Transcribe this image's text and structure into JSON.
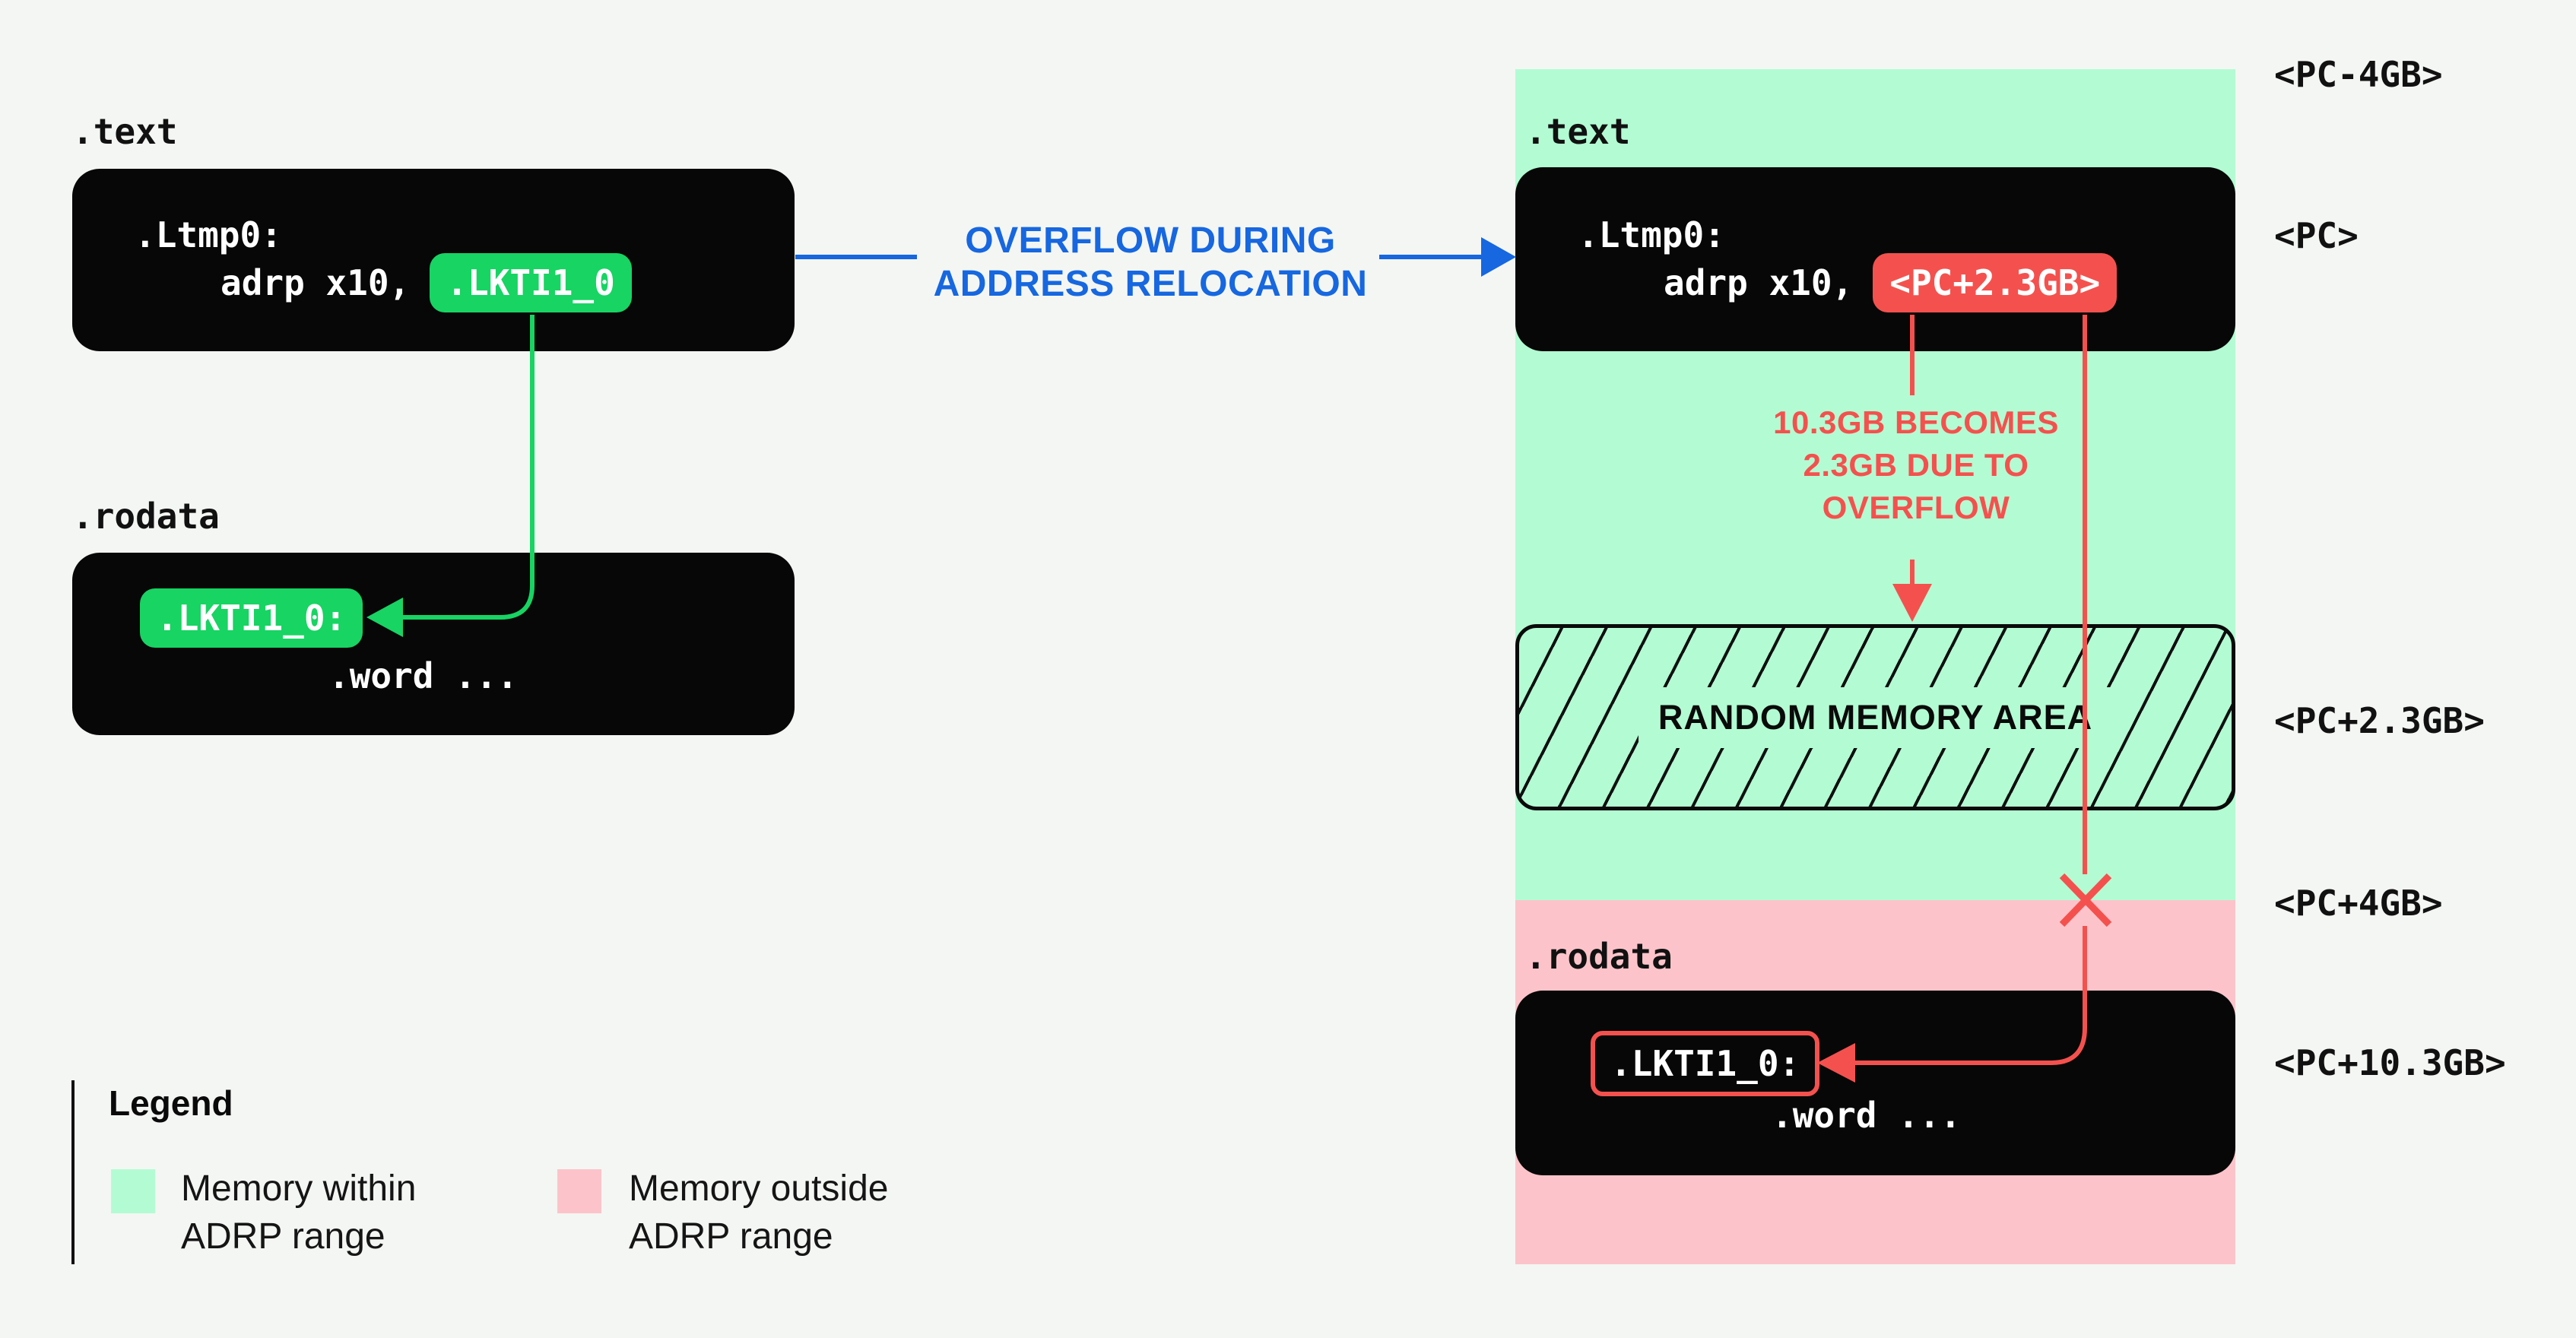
{
  "colors": {
    "background": "#f4f6f3",
    "code_box": "#070707",
    "green_accent": "#17d463",
    "green_band": "#b3fcd3",
    "pink_band": "#fcc4ca",
    "red_accent": "#f4514e",
    "blue_accent": "#1667e0",
    "text": "#111111"
  },
  "left": {
    "text_section_label": ".text",
    "text_box": {
      "line1": ".Ltmp0:",
      "line2_prefix": "adrp x10,",
      "operand": ".LKTI1_0"
    },
    "rodata_section_label": ".rodata",
    "rodata_box": {
      "label": ".LKTI1_0:",
      "line2": ".word ..."
    }
  },
  "transition": {
    "caption_line1": "OVERFLOW DURING",
    "caption_line2": "ADDRESS RELOCATION"
  },
  "right": {
    "text_section_label": ".text",
    "text_box": {
      "line1": ".Ltmp0:",
      "line2_prefix": "adrp x10,",
      "operand": "<PC+2.3GB>"
    },
    "overflow_note": {
      "line1": "10.3GB BECOMES",
      "line2": "2.3GB DUE TO",
      "line3": "OVERFLOW"
    },
    "random_area_label": "RANDOM MEMORY AREA",
    "rodata_section_label": ".rodata",
    "rodata_box": {
      "label": ".LKTI1_0:",
      "line2": ".word ..."
    },
    "address_labels": [
      "<PC-4GB>",
      "<PC>",
      "<PC+2.3GB>",
      "<PC+4GB>",
      "<PC+10.3GB>"
    ]
  },
  "legend": {
    "title": "Legend",
    "items": [
      {
        "swatch_color": "#b3fcd3",
        "lines": [
          "Memory within",
          "ADRP range"
        ]
      },
      {
        "swatch_color": "#fcc4ca",
        "lines": [
          "Memory outside",
          "ADRP range"
        ]
      }
    ]
  }
}
